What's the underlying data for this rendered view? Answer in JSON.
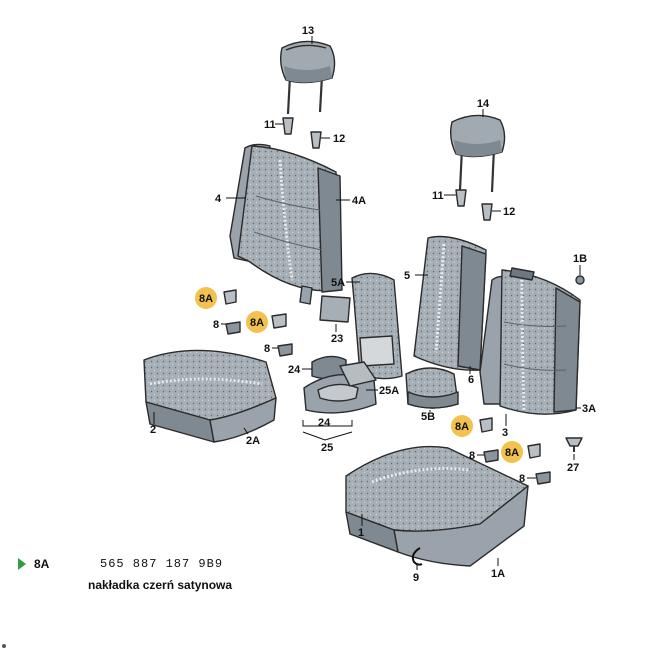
{
  "labels": {
    "headrest_left": "13",
    "headrest_right": "14",
    "guide_a_left": "11",
    "guide_b_left": "12",
    "guide_a_right": "11",
    "guide_b_right": "12",
    "backrest_left_side": "4",
    "backrest_left_cover": "4A",
    "flap_cover": "5A",
    "center_panel": "23",
    "cupholder_small": "24",
    "center_frame": "25A",
    "armrest": "5B",
    "group_24": "24",
    "group_25": "25",
    "backrest_right_side": "5",
    "backrest_right_inner": "6",
    "backrest_right_cover": "3A",
    "backrest_right_frame": "3",
    "cap": "1B",
    "screw": "27",
    "cushion_left_side": "2",
    "cushion_left_cover": "2A",
    "cushion_right": "1",
    "cushion_right_cover": "1A",
    "clip": "9",
    "trim_8a_1": "8A",
    "trim_8a_2": "8A",
    "trim_8a_3": "8A",
    "trim_8a_4": "8A",
    "trim_8_1": "8",
    "trim_8_2": "8",
    "trim_8_3": "8",
    "trim_8_4": "8"
  },
  "legend": {
    "code": "8A",
    "part_number": "565 887 187 9B9",
    "description": "nakładka czerń satynowa"
  },
  "colors": {
    "highlight": "#f2c14e",
    "arrow": "#2e9e3e",
    "fabric": "#9aa3ab"
  }
}
